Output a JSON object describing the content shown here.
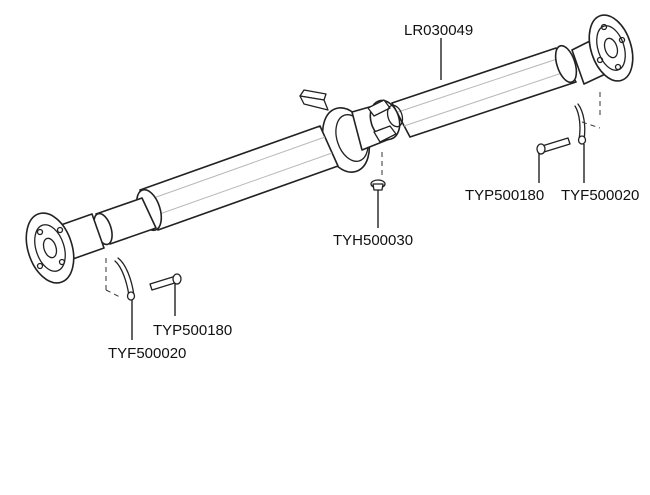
{
  "callouts": {
    "shaft_assembly": "LR030049",
    "center_bearing_bolt": "TYH500030",
    "rear_pin": "TYP500180",
    "rear_clip": "TYF500020",
    "front_pin": "TYP500180",
    "front_clip": "TYF500020"
  }
}
